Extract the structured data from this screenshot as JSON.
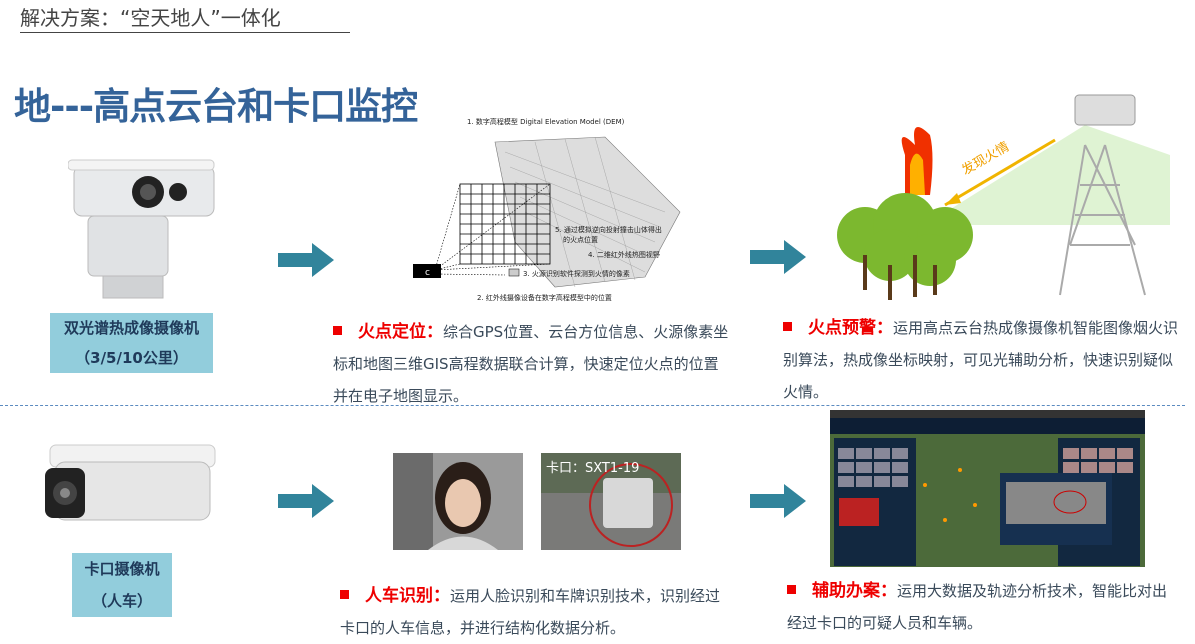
{
  "header": {
    "title": "解决方案：“空天地人”一体化"
  },
  "slide": {
    "title": "地---高点云台和卡口监控"
  },
  "section_top": {
    "camera_label_line1": "双光谱热成像摄像机",
    "camera_label_line2": "（3/5/10公里）",
    "dem_labels": {
      "l1": "1. 数字高程模型 Digital Elevation Model (DEM)",
      "l2": "2. 红外线摄像设备在数字高程模型中的位置",
      "l3": "3. 火源识别软件探测到火情的像素",
      "l4": "4. 二维红外线热图视野",
      "l5a": "5. 通过模拟逆向投射撞击山体得出",
      "l5b": "的火点位置"
    },
    "fire_caption": "发现火情",
    "feature1": {
      "key": "火点定位：",
      "text": "综合GPS位置、云台方位信息、火源像素坐标和地图三维GIS高程数据联合计算，快速定位火点的位置并在电子地图显示。"
    },
    "feature2": {
      "key": "火点预警：",
      "text": "运用高点云台热成像摄像机智能图像烟火识别算法，热成像坐标映射，可见光辅助分析，快速识别疑似火情。"
    }
  },
  "section_bottom": {
    "camera_label_line1": "卡口摄像机",
    "camera_label_line2": "（人车）",
    "car_photo_caption": "卡口：SXT1-19",
    "feature3": {
      "key": "人车识别：",
      "text": "运用人脸识别和车牌识别技术，识别经过卡口的人车信息，并进行结构化数据分析。"
    },
    "feature4": {
      "key": "辅助办案：",
      "text": "运用大数据及轨迹分析技术，智能比对出经过卡口的可疑人员和车辆。"
    }
  },
  "colors": {
    "title": "#346399",
    "label_box": "#92cddc",
    "arrow": "#31849b",
    "key": "#e00000",
    "dash": "#5b8bc0"
  }
}
